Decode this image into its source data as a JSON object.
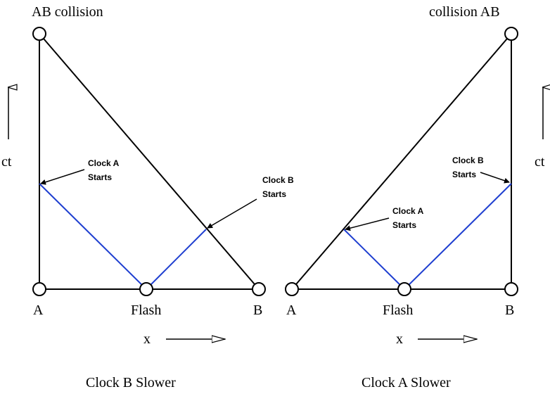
{
  "left": {
    "top_label": "AB  collision",
    "axis_label": "ct",
    "label_a": "A",
    "label_flash": "Flash",
    "label_b": "B",
    "x_label": "x",
    "note_a": [
      "Clock A",
      "Starts"
    ],
    "note_b": [
      "Clock B",
      "Starts"
    ],
    "caption": "Clock B Slower"
  },
  "right": {
    "top_label": "collision  AB",
    "axis_label": "ct",
    "label_a": "A",
    "label_flash": "Flash",
    "label_b": "B",
    "x_label": "x",
    "note_a": [
      "Clock A",
      "Starts"
    ],
    "note_b": [
      "Clock B",
      "Starts"
    ],
    "caption": "Clock A Slower"
  },
  "colors": {
    "lines": "#000000",
    "light_rays": "#1f3fd0"
  }
}
